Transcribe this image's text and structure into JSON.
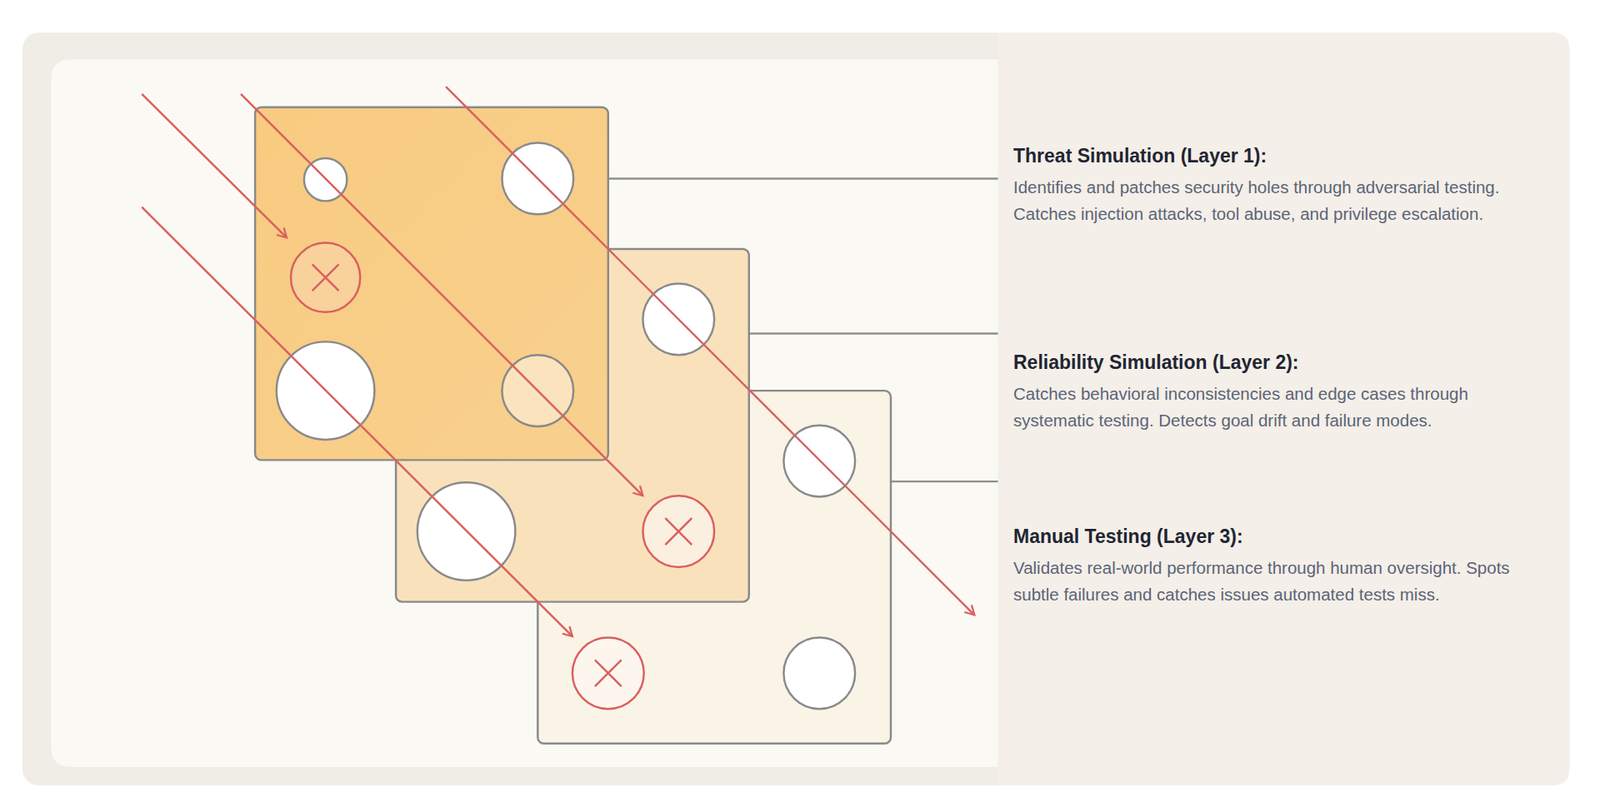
{
  "diagram": {
    "labels": [
      "Threat Simulation (Layer 1):",
      "Identifies and patches security holes through adversarial testing. Catches injection attacks, tool abuse, and privilege escalation.",
      "Reliability Simulation (Layer 2):",
      "Catches behavioral inconsistencies and edge cases through systematic testing. Detects goal drift and failure modes.",
      "Manual Testing (Layer 3):",
      "Validates real-world performance through human oversight. Spots subtle failures and catches issues automated tests miss."
    ]
  }
}
